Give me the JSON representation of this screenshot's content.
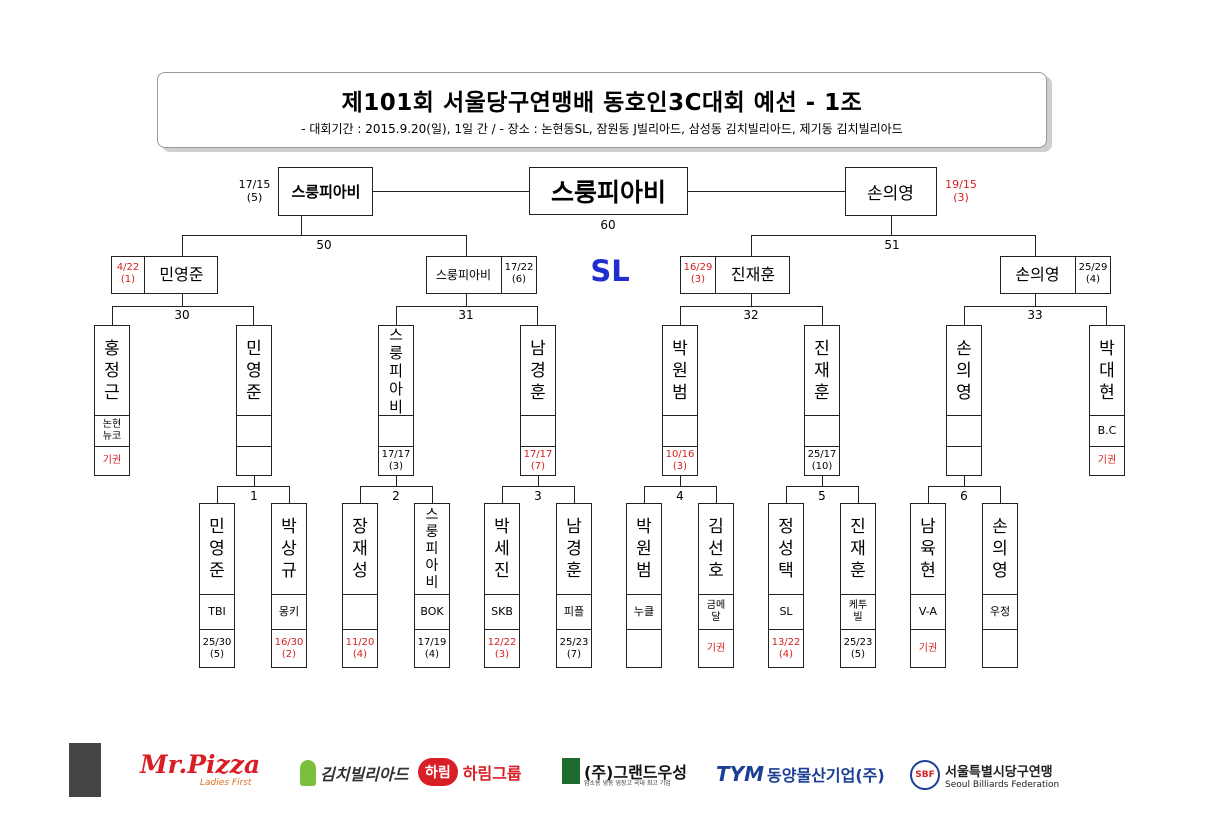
{
  "header": {
    "title": "제101회 서울당구연맹배 동호인3C대회 예선 - 1조",
    "subtitle": "- 대회기간 : 2015.9.20(일), 1일 간 / - 장소 : 논현동SL, 잠원동 J빌리아드, 삼성동 김치빌리아드, 제기동 김치빌리아드"
  },
  "final": {
    "winner": "스룽피아비",
    "match_no": "60",
    "left": {
      "name": "스룽피아비",
      "score": "17/15",
      "inning": "(5)"
    },
    "right": {
      "name": "손의영",
      "score": "19/15",
      "inning": "(3)"
    },
    "venue": "SL"
  },
  "semis": [
    {
      "match_no": "50",
      "name": "민영준",
      "score": "4/22",
      "inning": "(1)"
    },
    {
      "match_no": "50",
      "name": "스룽피아비",
      "score": "17/22",
      "inning": "(6)"
    },
    {
      "match_no": "51",
      "name": "진재훈",
      "score": "16/29",
      "inning": "(3)"
    },
    {
      "match_no": "51",
      "name": "손의영",
      "score": "25/29",
      "inning": "(4)"
    }
  ],
  "quarters": [
    {
      "match_no": "30"
    },
    {
      "match_no": "31"
    },
    {
      "match_no": "32"
    },
    {
      "match_no": "33"
    }
  ],
  "round2": [
    {
      "name": [
        "홍",
        "정",
        "근"
      ],
      "club": "논현\n뉴코",
      "score": "기권",
      "inning": "",
      "red": true
    },
    {
      "name": [
        "민",
        "영",
        "준"
      ],
      "club": "",
      "score": "",
      "inning": "",
      "red": false
    },
    {
      "name": [
        "스",
        "룽",
        "피",
        "아",
        "비"
      ],
      "club": "",
      "score": "17/17",
      "inning": "(3)",
      "red": false
    },
    {
      "name": [
        "남",
        "경",
        "훈"
      ],
      "club": "",
      "score": "17/17",
      "inning": "(7)",
      "red": true
    },
    {
      "name": [
        "박",
        "원",
        "범"
      ],
      "club": "",
      "score": "10/16",
      "inning": "(3)",
      "red": true
    },
    {
      "name": [
        "진",
        "재",
        "훈"
      ],
      "club": "",
      "score": "25/17",
      "inning": "(10)",
      "red": false
    },
    {
      "name": [
        "손",
        "의",
        "영"
      ],
      "club": "",
      "score": "",
      "inning": "",
      "red": false
    },
    {
      "name": [
        "박",
        "대",
        "현"
      ],
      "club": "B.C",
      "score": "기권",
      "inning": "",
      "red": true
    }
  ],
  "round1_matches": [
    "1",
    "2",
    "3",
    "4",
    "5",
    "6"
  ],
  "round1": [
    {
      "name": [
        "민",
        "영",
        "준"
      ],
      "club": "TBI",
      "score": "25/30",
      "inning": "(5)",
      "red": false
    },
    {
      "name": [
        "박",
        "상",
        "규"
      ],
      "club": "몽키",
      "score": "16/30",
      "inning": "(2)",
      "red": true
    },
    {
      "name": [
        "장",
        "재",
        "성"
      ],
      "club": "",
      "score": "11/20",
      "inning": "(4)",
      "red": true
    },
    {
      "name": [
        "스",
        "룽",
        "피",
        "아",
        "비"
      ],
      "club": "BOK",
      "score": "17/19",
      "inning": "(4)",
      "red": false
    },
    {
      "name": [
        "박",
        "세",
        "진"
      ],
      "club": "SKB",
      "score": "12/22",
      "inning": "(3)",
      "red": true
    },
    {
      "name": [
        "남",
        "경",
        "훈"
      ],
      "club": "피플",
      "score": "25/23",
      "inning": "(7)",
      "red": false
    },
    {
      "name": [
        "박",
        "원",
        "범"
      ],
      "club": "누클",
      "score": "",
      "inning": "",
      "red": false
    },
    {
      "name": [
        "김",
        "선",
        "호"
      ],
      "club": "금메\n달",
      "score": "기권",
      "inning": "",
      "red": true
    },
    {
      "name": [
        "정",
        "성",
        "택"
      ],
      "club": "SL",
      "score": "13/22",
      "inning": "(4)",
      "red": true
    },
    {
      "name": [
        "진",
        "재",
        "훈"
      ],
      "club": "케투\n빌",
      "score": "25/23",
      "inning": "(5)",
      "red": false
    },
    {
      "name": [
        "남",
        "육",
        "현"
      ],
      "club": "V-A",
      "score": "기권",
      "inning": "",
      "red": true
    },
    {
      "name": [
        "손",
        "의",
        "영"
      ],
      "club": "우정",
      "score": "",
      "inning": "",
      "red": false
    }
  ],
  "sponsors": [
    {
      "name": "Mr.Pizza",
      "tag": "Ladies First"
    },
    {
      "name": "김치빌리아드"
    },
    {
      "name": "하림그룹",
      "badge": "하림"
    },
    {
      "name": "(주)그랜드우성",
      "tag": "업소용 냉동 냉장고 국내 최고 기업"
    },
    {
      "name": "동양물산기업(주)",
      "badge": "TYM"
    },
    {
      "name": "서울특별시당구연맹",
      "tag": "Seoul Billiards Federation",
      "badge": "SBF"
    }
  ]
}
